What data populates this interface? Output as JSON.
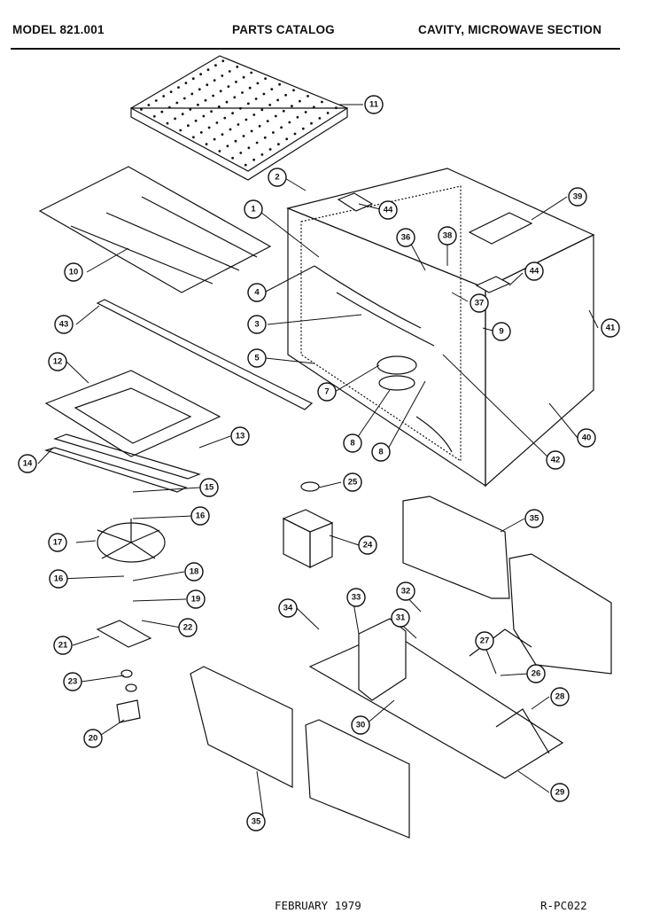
{
  "header": {
    "model": "MODEL 821.001",
    "catalog": "PARTS CATALOG",
    "section": "CAVITY, MICROWAVE SECTION"
  },
  "footer": {
    "date": "FEBRUARY 1979",
    "code": "R-PC022"
  },
  "callouts": [
    "11",
    "2",
    "1",
    "44",
    "39",
    "36",
    "38",
    "44",
    "37",
    "10",
    "43",
    "4",
    "3",
    "9",
    "41",
    "5",
    "12",
    "7",
    "8",
    "8",
    "42",
    "40",
    "13",
    "14",
    "15",
    "16",
    "17",
    "16",
    "18",
    "19",
    "22",
    "21",
    "23",
    "20",
    "25",
    "24",
    "35",
    "32",
    "34",
    "33",
    "31",
    "27",
    "26",
    "28",
    "30",
    "29",
    "35"
  ]
}
